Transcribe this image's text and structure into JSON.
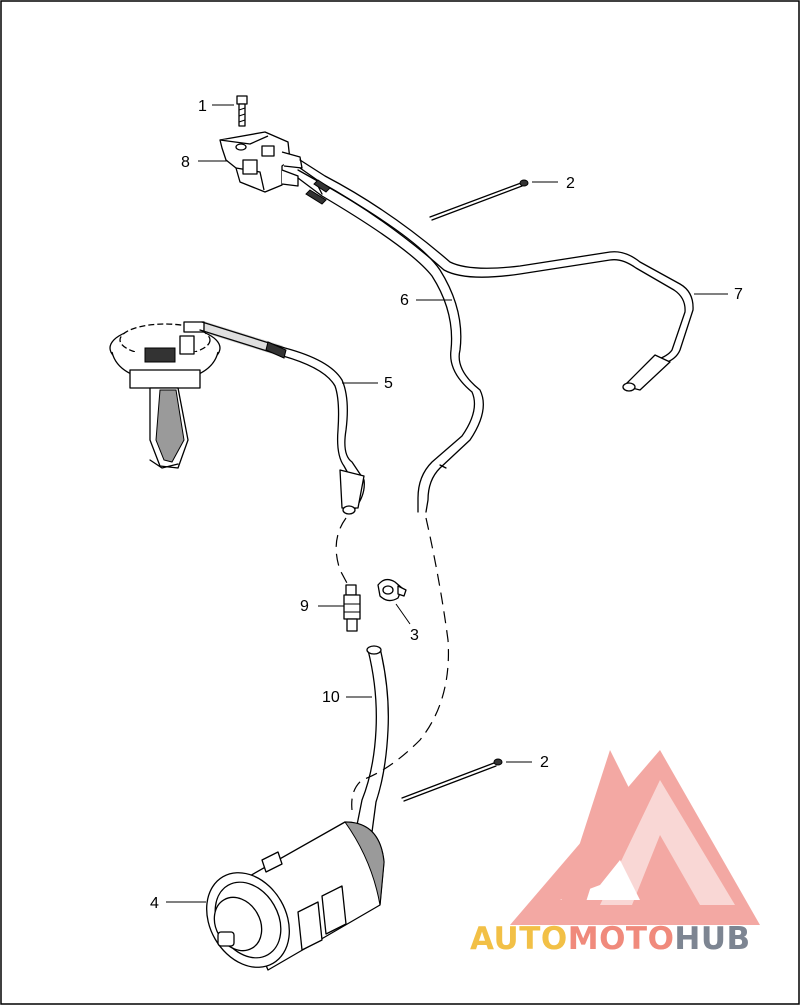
{
  "callouts": [
    {
      "id": "1",
      "label": "1"
    },
    {
      "id": "2a",
      "label": "2"
    },
    {
      "id": "8",
      "label": "8"
    },
    {
      "id": "6",
      "label": "6"
    },
    {
      "id": "7",
      "label": "7"
    },
    {
      "id": "5",
      "label": "5"
    },
    {
      "id": "9",
      "label": "9"
    },
    {
      "id": "3",
      "label": "3"
    },
    {
      "id": "10",
      "label": "10"
    },
    {
      "id": "2b",
      "label": "2"
    },
    {
      "id": "4",
      "label": "4"
    }
  ],
  "watermark": {
    "part1": "AUTO",
    "part2": "MOTO",
    "part3": "HUB",
    "colors": {
      "auto": "#f2c046",
      "moto": "#f08a7c",
      "hub": "#7d8592",
      "logo": "#f29a93"
    }
  }
}
